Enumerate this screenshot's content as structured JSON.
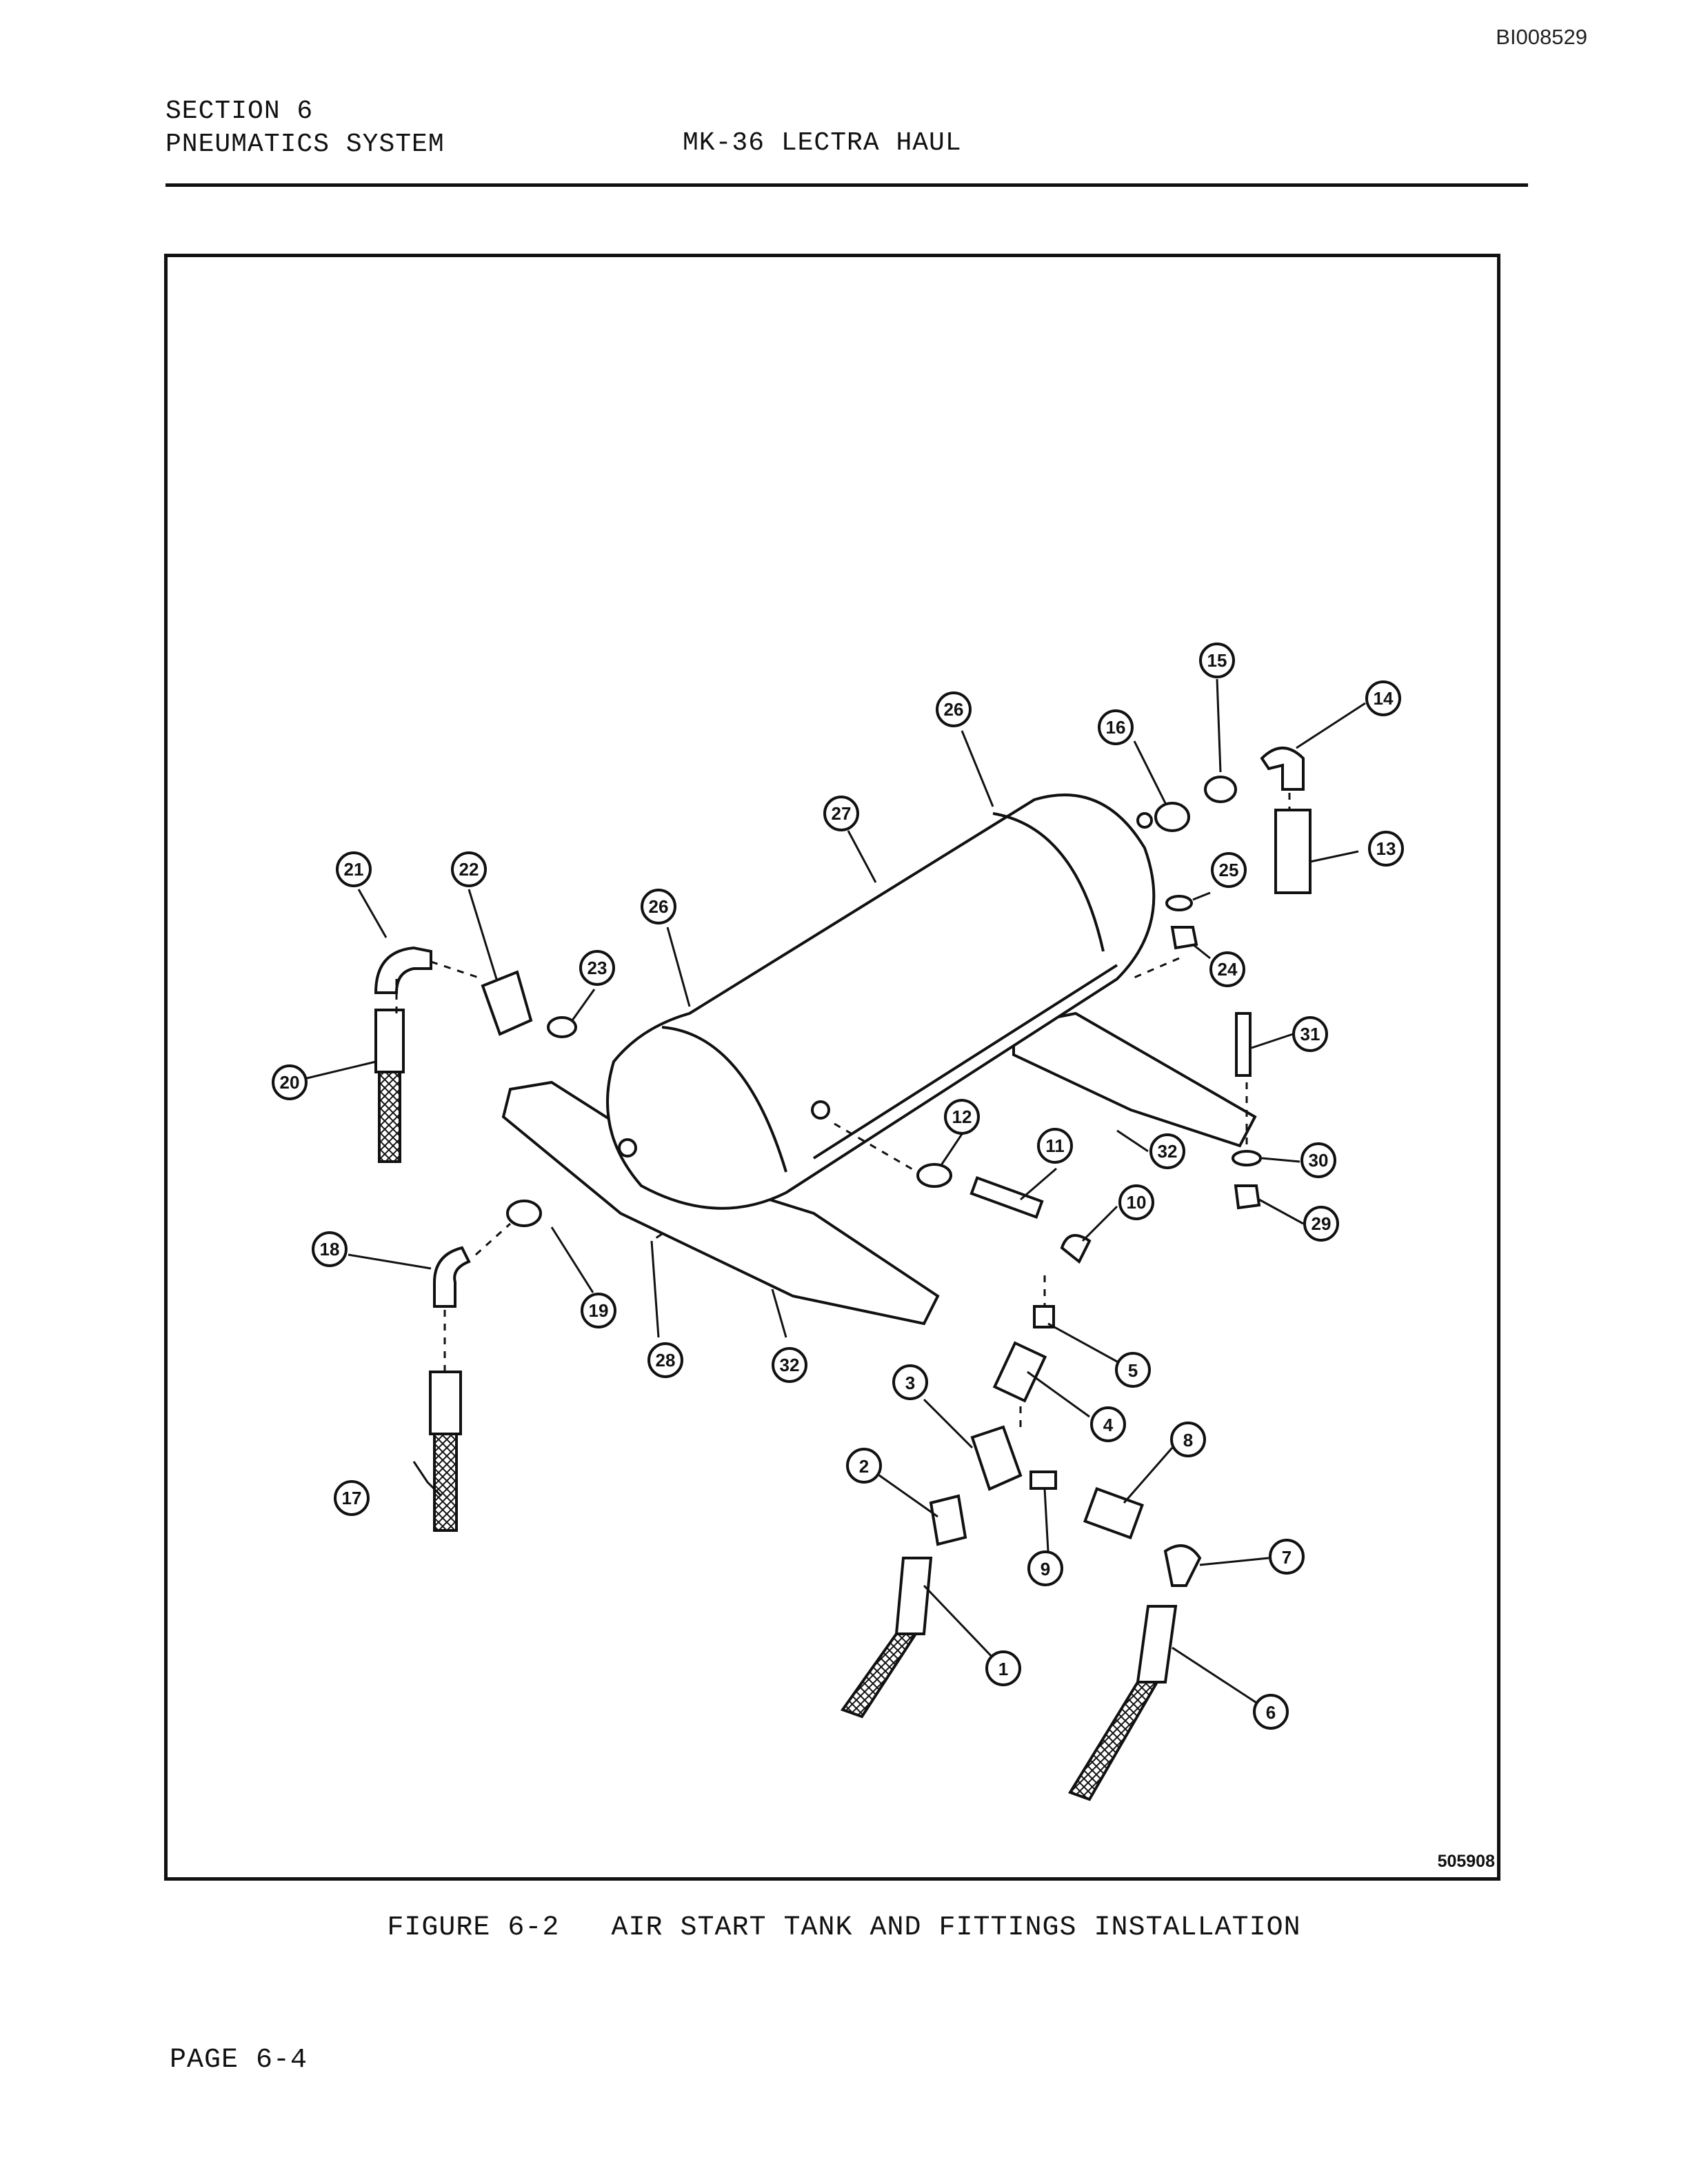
{
  "document_id": "BI008529",
  "header": {
    "section": "SECTION 6",
    "system": "PNEUMATICS SYSTEM",
    "model": "MK-36 LECTRA HAUL"
  },
  "figure": {
    "drawing_number": "505908",
    "caption": "FIGURE 6-2   AIR START TANK AND FITTINGS INSTALLATION",
    "callouts": [
      "1",
      "2",
      "3",
      "4",
      "5",
      "6",
      "7",
      "8",
      "9",
      "10",
      "11",
      "12",
      "13",
      "14",
      "15",
      "16",
      "17",
      "18",
      "19",
      "20",
      "21",
      "22",
      "23",
      "24",
      "25",
      "26",
      "27",
      "28",
      "29",
      "30",
      "31",
      "32"
    ]
  },
  "footer": {
    "page": "PAGE 6-4"
  }
}
